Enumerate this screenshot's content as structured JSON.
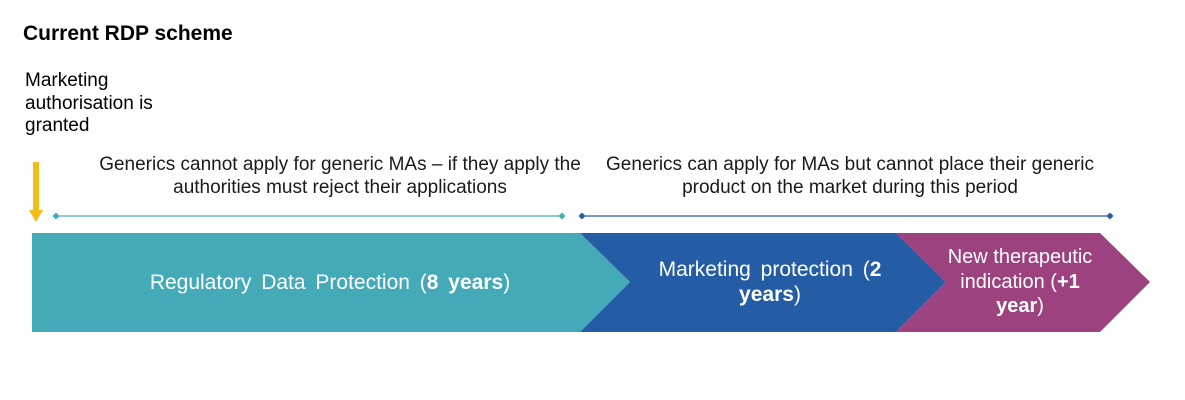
{
  "title": "Current RDP scheme",
  "authorisation": "Marketing authorisation is granted",
  "notes": {
    "left": "Generics cannot apply for generic MAs – if they apply the authorities must reject their applications",
    "right": "Generics can apply for MAs but cannot place their generic product on the market during this period"
  },
  "segments": [
    {
      "label_pre": "Regulatory Data Protection (",
      "label_bold": "8 years",
      "label_post": ")",
      "color": "#44aab8"
    },
    {
      "label_pre": "Marketing protection (",
      "label_bold": "2 years",
      "label_post": ")",
      "color": "#245ca6"
    },
    {
      "label_pre": "New therapeutic indication (",
      "label_bold": "+1 year",
      "label_post": ")",
      "color": "#9c427f"
    }
  ],
  "colors": {
    "marker": "#f2bd16",
    "left_bracket": "#44aab8",
    "right_bracket": "#245ca6"
  }
}
